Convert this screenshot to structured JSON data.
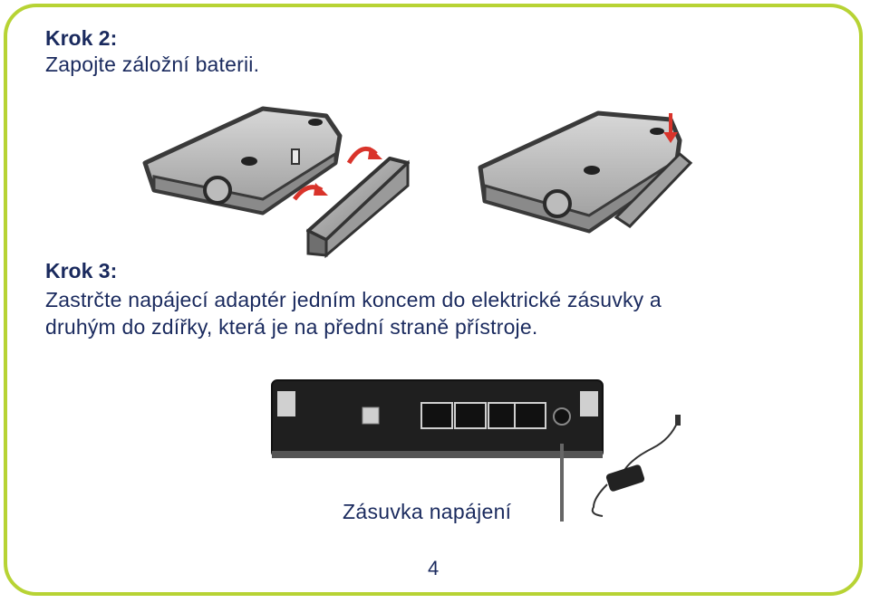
{
  "step2": {
    "title": "Krok 2:",
    "text": "Zapojte záložní baterii."
  },
  "step3": {
    "title": "Krok 3:",
    "text_line1": "Zastrčte napájecí adaptér jedním koncem do elektrické zásuvky a",
    "text_line2": "druhým do zdířky, která je na přední straně přístroje."
  },
  "caption": "Zásuvka napájení",
  "page_number": "4",
  "colors": {
    "frame": "#b7d334",
    "text": "#1a2a5e",
    "arrow": "#d9342b"
  }
}
